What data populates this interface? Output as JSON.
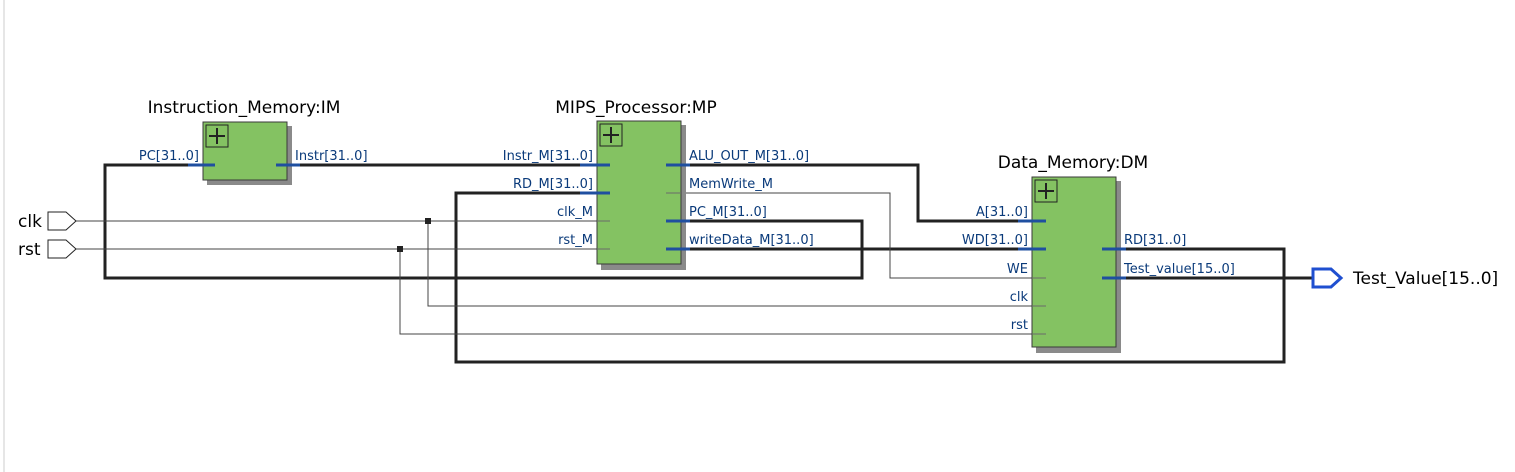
{
  "blocks": {
    "im": {
      "title": "Instruction_Memory:IM",
      "in_pc": "PC[31..0]",
      "out_instr": "Instr[31..0]"
    },
    "mp": {
      "title": "MIPS_Processor:MP",
      "in_instr": "Instr_M[31..0]",
      "in_rd": "RD_M[31..0]",
      "in_clk": "clk_M",
      "in_rst": "rst_M",
      "out_alu": "ALU_OUT_M[31..0]",
      "out_memwrite": "MemWrite_M",
      "out_pc": "PC_M[31..0]",
      "out_wdata": "writeData_M[31..0]"
    },
    "dm": {
      "title": "Data_Memory:DM",
      "in_a": "A[31..0]",
      "in_wd": "WD[31..0]",
      "in_we": "WE",
      "in_clk": "clk",
      "in_rst": "rst",
      "out_rd": "RD[31..0]",
      "out_test": "Test_value[15..0]"
    }
  },
  "io": {
    "clk": "clk",
    "rst": "rst",
    "test_value": "Test_Value[15..0]"
  },
  "colors": {
    "block_fill": "#84c262",
    "bus": "#222222",
    "port_text": "#0a3a7a",
    "output_pin": "#1f4fd0"
  }
}
